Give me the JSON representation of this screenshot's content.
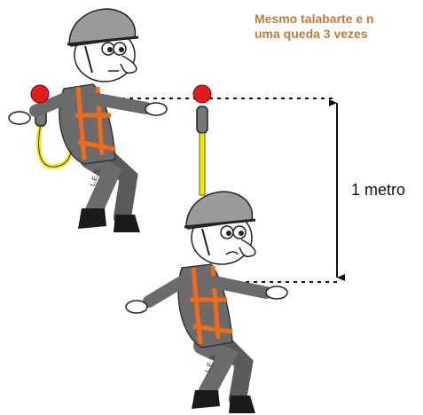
{
  "caption": {
    "line1": "Mesmo talabarte e n",
    "line2": "uma queda 3 vezes"
  },
  "measurement": {
    "label": "1 metro"
  },
  "figures": {
    "harness_badge": "L.E.S."
  },
  "colors": {
    "caption": "#c47a3a",
    "anchor": "#e21c1c",
    "lanyard": "#f2e600",
    "harness": "#ef6b1a",
    "helmet": "#9a9a9a",
    "suit": "#6b6b6b",
    "boot": "#1a1a1a"
  }
}
